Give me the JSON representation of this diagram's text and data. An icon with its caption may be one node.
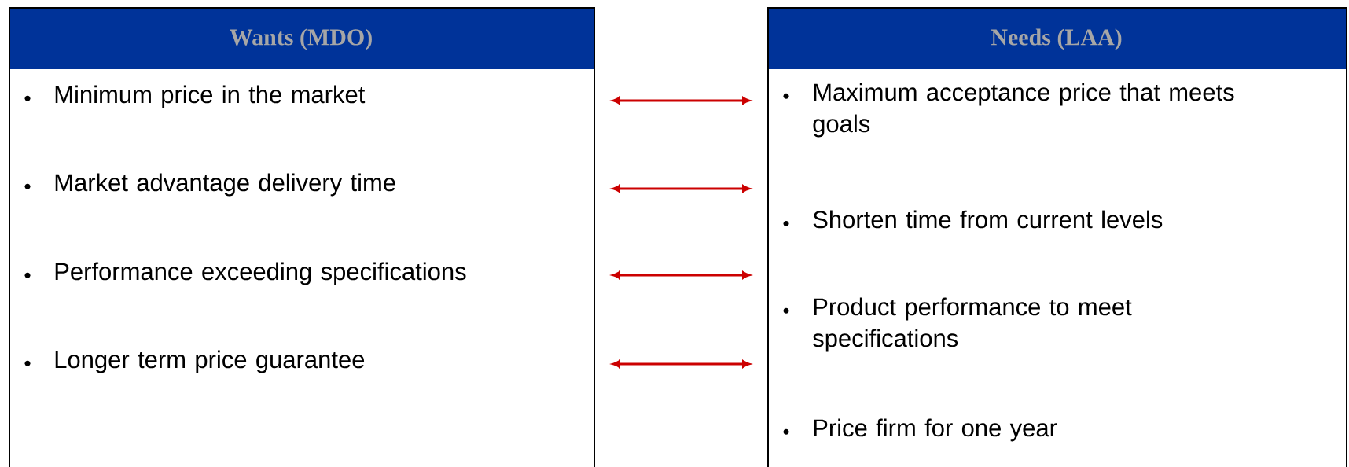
{
  "diagram": {
    "nodes": [
      {
        "text": [
          "Wants (MDO)"
        ]
      },
      {
        "text": [
          "Minimum price in the market"
        ],
        "in": 0
      },
      {
        "text": [
          "Market advantage delivery time"
        ],
        "in": 0
      },
      {
        "text": [
          "Performance exceeding specifications"
        ],
        "in": 0
      },
      {
        "text": [
          "Longer term price guarantee"
        ],
        "in": 0
      },
      {
        "text": [
          "Needs (LAA)"
        ]
      },
      {
        "text": [
          "Maximum acceptance price that meets goals"
        ],
        "in": 5
      },
      {
        "text": [
          "Shorten time from current levels"
        ],
        "in": 5
      },
      {
        "text": [
          "Product performance to meet specifications"
        ],
        "in": 5
      },
      {
        "text": [
          "Price firm for one year"
        ],
        "in": 5
      }
    ],
    "edges": [
      {
        "from": 0,
        "to": 5,
        "arrow": "both",
        "color": "#cc0000"
      },
      {
        "from": 0,
        "to": 5,
        "arrow": "both",
        "color": "#cc0000"
      },
      {
        "from": 0,
        "to": 5,
        "arrow": "both",
        "color": "#cc0000"
      },
      {
        "from": 0,
        "to": 5,
        "arrow": "both",
        "color": "#cc0000"
      }
    ]
  }
}
